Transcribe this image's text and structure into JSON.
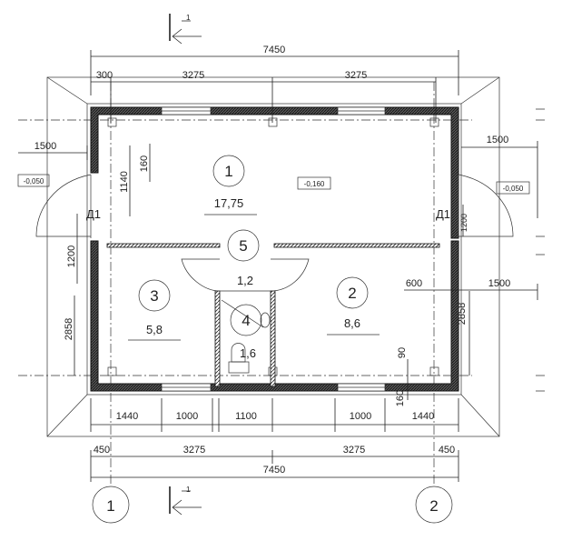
{
  "plan": {
    "rooms": [
      {
        "number": "1",
        "area": "17,75"
      },
      {
        "number": "2",
        "area": "8,6"
      },
      {
        "number": "3",
        "area": "5,8"
      },
      {
        "number": "4",
        "area": "1,6"
      },
      {
        "number": "5",
        "area": "1,2"
      }
    ],
    "elevations": {
      "main": "-0,160",
      "left": "-0,050",
      "right": "-0,050"
    },
    "doors": {
      "left": "Д1",
      "right": "Д1"
    },
    "section_mark": "1",
    "axes": [
      "1",
      "2"
    ],
    "dims_top": {
      "overall": "7450",
      "offset": "300",
      "span1": "3275",
      "span2": "3275"
    },
    "dims_left": {
      "porch": "1500",
      "d1140": "1140",
      "d160": "160",
      "door": "1200",
      "room": "2858"
    },
    "dims_right": {
      "porch": "1500",
      "door": "1200",
      "d600": "600",
      "porch2": "1500",
      "room": "2858",
      "d90": "90",
      "d160": "160"
    },
    "dims_bottom_openings": [
      "1440",
      "1000",
      "1100",
      "1000",
      "1440"
    ],
    "dims_bottom_axes": [
      "450",
      "3275",
      "3275",
      "450"
    ],
    "dims_bottom_overall": "7450"
  }
}
